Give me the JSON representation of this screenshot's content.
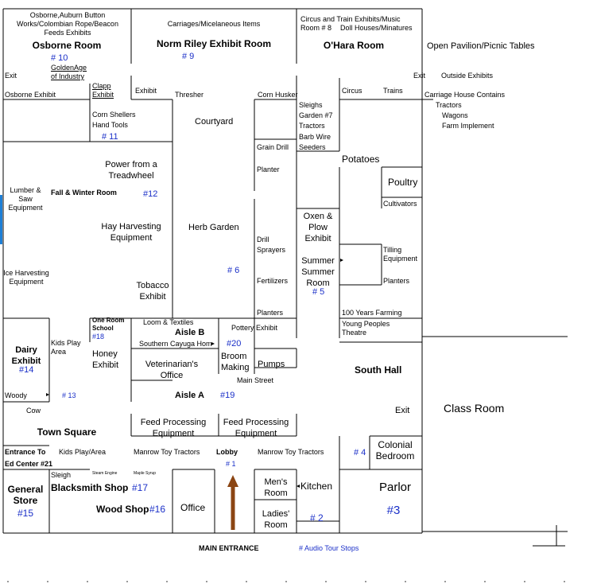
{
  "rooms": {
    "osborne_header": "Osborne,Auburn Button Works/Colombian Rope/Beacon Feeds Exhibits",
    "osborne_room": "Osborne Room",
    "osborne_num": "# 10",
    "golden_age": "GoldenAge of Industry",
    "exit_left": "Exit",
    "osborne_exhibit": "Osborne Exhibit",
    "clapp_exhibit": "Clapp Exhibit",
    "carriages": "Carriages/Micelaneous Items",
    "norm_riley": "Norm Riley Exhibit Room",
    "norm_riley_num": "# 9",
    "exhibit": "Exhibit",
    "thresher": "Thresher",
    "corn_husker": "Corn Husker",
    "circus_train": "Circus and Train Exhibits/Music",
    "room8": "Room # 8",
    "doll_houses": "Doll Houses/Minatures",
    "ohara": "O'Hara Room",
    "open_pavilion": "Open Pavilion/Picnic Tables",
    "exit_right": "Exit",
    "outside_exhibits": "Outside Exhibits",
    "circus": "Circus",
    "trains": "Trains",
    "carriage_house": "Carriage House Contains",
    "tractors_r": "Tractors",
    "wagons": "Wagons",
    "farm_implement": "Farm Implement",
    "sleighs": "Sleighs",
    "garden": "Garden #7",
    "tractors_m": "Tractors",
    "barb_wire": "Barb Wire",
    "seeders": "Seeders",
    "corn_shellers": "Corn Shellers",
    "hand_tools": "Hand Tools",
    "num11": "# 11",
    "courtyard": "Courtyard",
    "grain_drill": "Grain Drill",
    "planter": "Planter",
    "potatoes": "Potatoes",
    "poultry": "Poultry",
    "cultivators": "Cultivators",
    "power_treadwheel": "Power from a Treadwheel",
    "lumber": "Lumber & Saw Equipment",
    "fall_winter": "Fall & Winter Room",
    "num12": "#12",
    "hay_harvesting": "Hay Harvesting Equipment",
    "herb_garden": "Herb Garden",
    "oxen_plow": "Oxen & Plow Exhibit",
    "drill": "Drill",
    "sprayers": "Sprayers",
    "tilling": "Tilling Equipment",
    "summer_room": "Summer Summer Room",
    "num5": "# 5",
    "planters_r": "Planters",
    "num6": "# 6",
    "fertilizers": "Fertilizers",
    "ice_harvesting": "Ice Harvesting Equipment",
    "tobacco": "Tobacco Exhibit",
    "planters_m": "Planters",
    "hundred_years": "100 Years Farming",
    "young_peoples": "Young Peoples Theatre",
    "one_room_school": "One Room School",
    "num18": "#18",
    "loom_textiles": "Loom & Textiles",
    "aisle_b": "Aisle B",
    "southern_cayuga": "Southern Cayuga Hom",
    "num20": "#20",
    "pottery": "Pottery Exhibit",
    "kids_play": "Kids Play Area",
    "dairy": "Dairy Exhibit",
    "num14": "#14",
    "honey": "Honey Exhibit",
    "veterinarian": "Veterinarian's Office",
    "broom_making": "Broom Making",
    "pumps": "Pumps",
    "south_hall": "South  Hall",
    "main_street": "Main Street",
    "woody": "Woody",
    "num13": "# 13",
    "aisle_a": "Aisle A",
    "num19": "#19",
    "exit_south": "Exit",
    "class_room": "Class Room",
    "cow": "Cow",
    "town_square": "Town Square",
    "feed_processing_1": "Feed Processing Equipment",
    "feed_processing_2": "Feed Processing Equipment",
    "colonial_bedroom": "Colonial Bedroom",
    "num4": "# 4",
    "entrance_to": "Entrance To",
    "ed_center": "Ed Center #21",
    "kids_play_2": "Kids Play/Area",
    "manrow_1": "Manrow Toy Tractors",
    "lobby": "Lobby",
    "num1": "# 1",
    "manrow_2": "Manrow Toy Tractors",
    "sleigh": "Sleigh",
    "steam_engine": "Steam Engine",
    "maple_syrup": "Maple Syrup",
    "general_store": "General Store",
    "num15": "#15",
    "blacksmith": "Blacksmith Shop",
    "num17": "#17",
    "wood_shop": "Wood Shop",
    "num16": "#16",
    "office": "Office",
    "mens_room": "Men's Room",
    "ladies_room": "Ladies' Room",
    "kitchen": "Kitchen",
    "parlor": "Parlor",
    "num3": "#3",
    "num2": "# 2"
  },
  "legend": {
    "main_entrance": "MAIN ENTRANCE",
    "audio_tour": "# Audio Tour Stops"
  },
  "colors": {
    "wall": "#000000",
    "stop_number": "#1a2fc8",
    "arrow": "#8b4513",
    "left_marker": "#1e7fd6"
  }
}
